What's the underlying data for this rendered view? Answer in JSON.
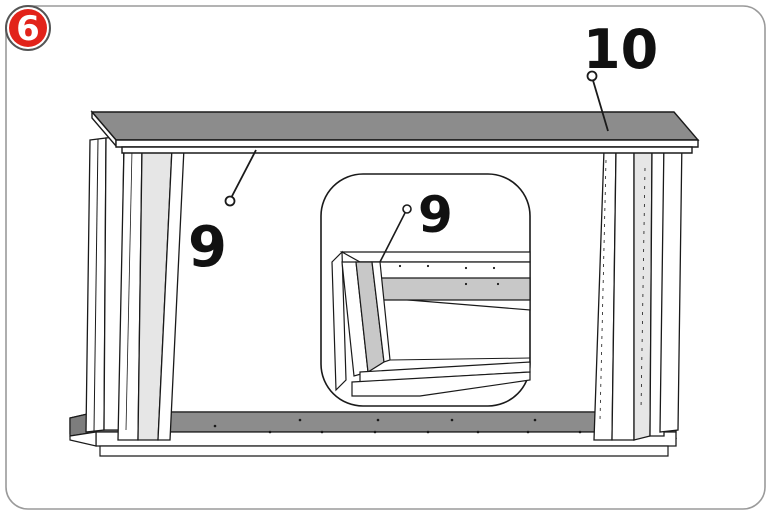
{
  "step": {
    "number": "6",
    "badge_color": "#e2231a"
  },
  "callouts": {
    "part_main": "9",
    "part_top": "10",
    "part_inset": "9"
  },
  "colors": {
    "panel_fill": "#8c8c8c",
    "outline": "#1a1a1a",
    "frame_border": "#9a9a9a"
  }
}
